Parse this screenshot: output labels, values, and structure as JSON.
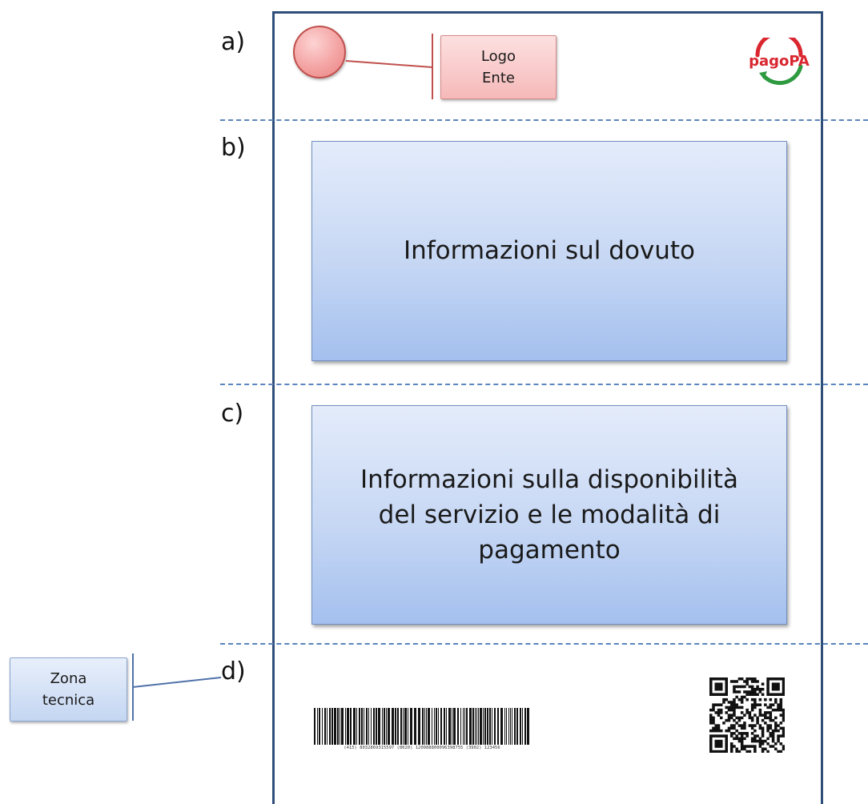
{
  "sections": {
    "a": "a)",
    "b": "b)",
    "c": "c)",
    "d": "d)"
  },
  "header": {
    "logo_callout_line1": "Logo",
    "logo_callout_line2": "Ente",
    "pagopa_logo_text": "pagoPA"
  },
  "boxes": {
    "dovuto": "Informazioni sul dovuto",
    "servizio_line1": "Informazioni sulla disponibilità",
    "servizio_line2": "del servizio e le modalità di",
    "servizio_line3": "pagamento"
  },
  "technical": {
    "callout_line1": "Zona",
    "callout_line2": "tecnica",
    "barcode_caption": "(415) 8032869315597  (8020) 120088800096398755  (3902) 123456"
  },
  "colors": {
    "frame": "#2f4f7a",
    "divider": "#5b84bd",
    "info_box": "#bcd0f2",
    "logo_callout": "#f6b9b9",
    "pagopa_green": "#2e9a3f",
    "pagopa_red": "#d9262f"
  }
}
